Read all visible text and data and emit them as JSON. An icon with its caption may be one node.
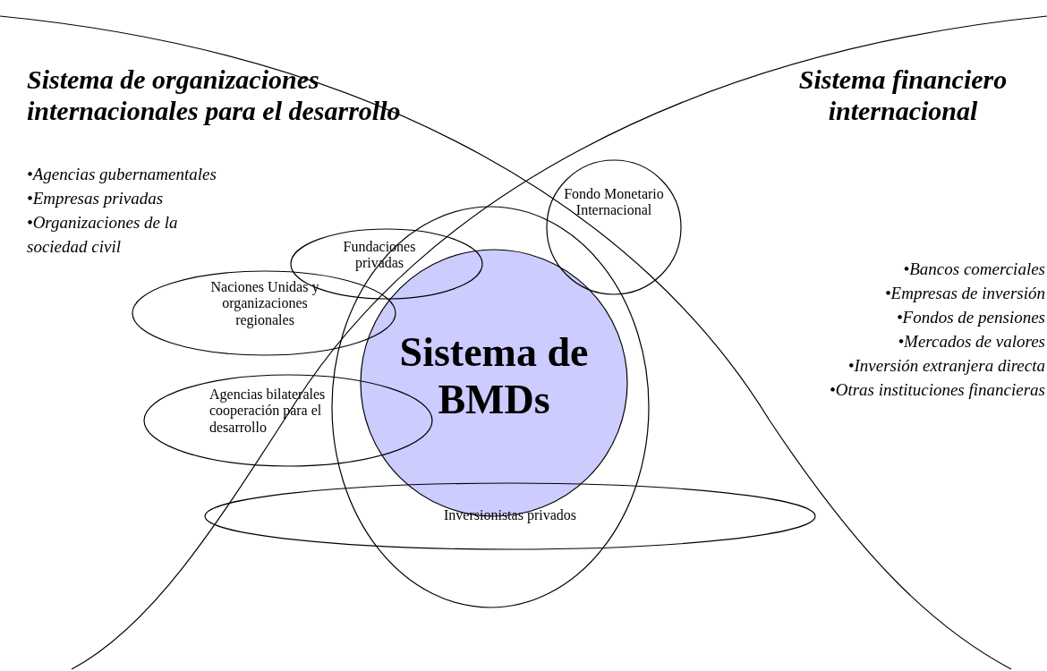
{
  "diagram": {
    "nodes": [
      {
        "text": [
          "Sistema de organizaciones internacionales para el desarrollo",
          "•Agencias gubernamentales",
          "•Empresas privadas",
          "•Organizaciones de la sociedad civil"
        ]
      },
      {
        "text": [
          "Sistema financiero internacional",
          "•Bancos comerciales",
          "•Empresas de inversión",
          "•Fondos de pensiones",
          "•Mercados de valores",
          "•Inversión extranjera directa",
          "•Otras instituciones financieras"
        ]
      },
      {
        "text": [],
        "shape": "circle"
      },
      {
        "text": [
          "Fundaciones privadas"
        ]
      },
      {
        "text": [
          "Fondo Monetario Internacional"
        ]
      },
      {
        "text": [
          "Naciones Unidas y organizaciones regionales"
        ]
      },
      {
        "text": [
          "Sistema de BMDs"
        ],
        "in": 2
      },
      {
        "text": [
          "Agencias bilaterales cooperación para el desarrollo"
        ]
      },
      {
        "text": [
          "Inversionistas privados"
        ]
      }
    ],
    "edges": []
  }
}
